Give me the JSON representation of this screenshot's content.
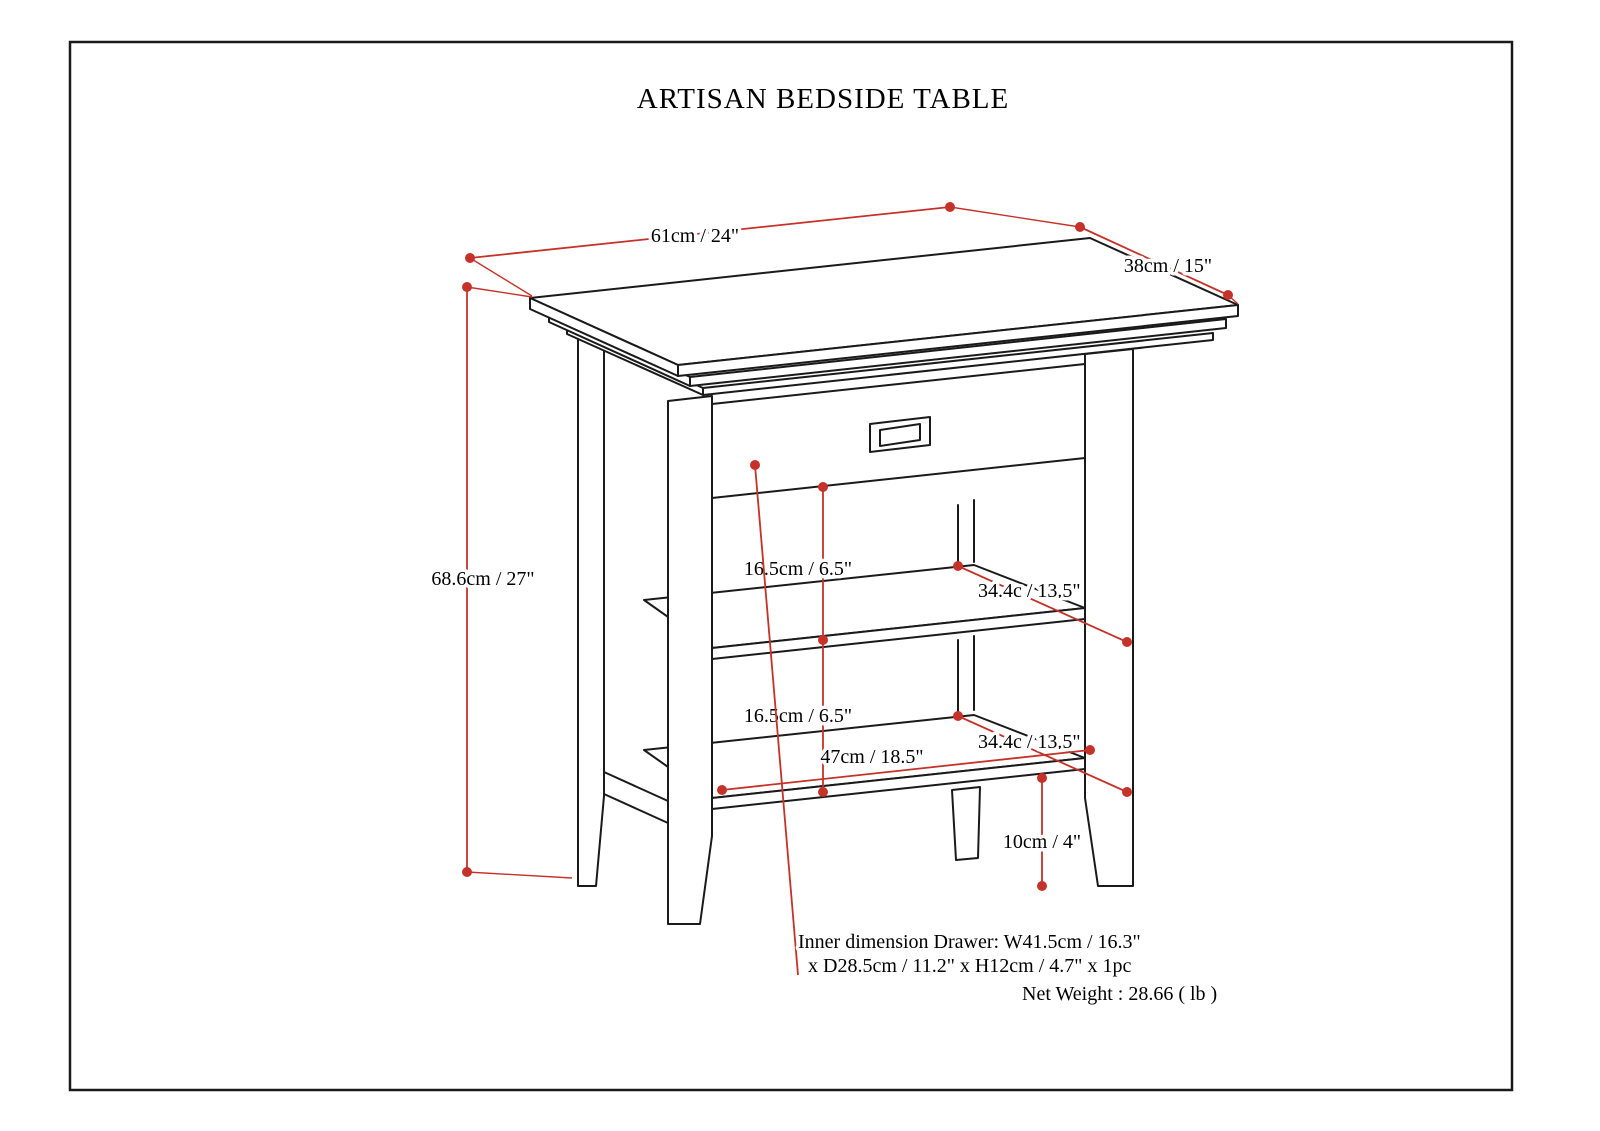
{
  "title": "ARTISAN BEDSIDE TABLE",
  "accent_color": "#c53229",
  "line_color": "#1a1a1a",
  "dimensions": {
    "top_width": "61cm / 24\"",
    "top_depth": "38cm / 15\"",
    "overall_height": "68.6cm / 27\"",
    "upper_shelf_depth": "34.4c / 13.5\"",
    "upper_shelf_clearance": "16.5cm / 6.5\"",
    "lower_shelf_clearance": "16.5cm / 6.5\"",
    "lower_shelf_depth": "34.4c / 13.5\"",
    "shelf_width": "47cm / 18.5\"",
    "leg_height": "10cm / 4\""
  },
  "notes": {
    "drawer_inner_line1": "Inner dimension Drawer: W41.5cm / 16.3\"",
    "drawer_inner_line2": "x D28.5cm / 11.2\" x H12cm / 4.7\" x 1pc",
    "net_weight": "Net Weight : 28.66 ( lb )"
  }
}
